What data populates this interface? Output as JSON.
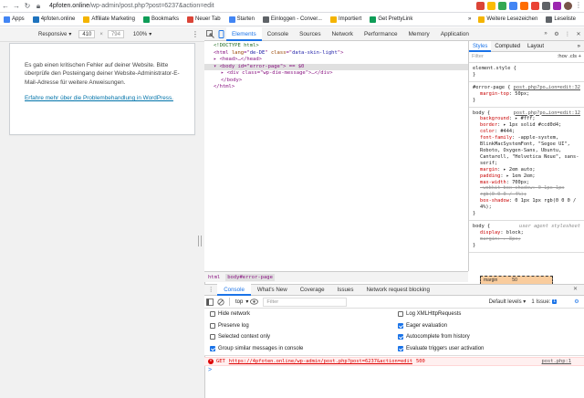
{
  "browser": {
    "url_host": "4pfoten.online",
    "url_path": "/wp-admin/post.php?post=6237&action=edit",
    "bookmarks": [
      {
        "label": "Apps",
        "color": "#4285f4"
      },
      {
        "label": "4pfoten.online",
        "color": "#1e73be"
      },
      {
        "label": "Affiliate Marketing",
        "color": "#f4b400"
      },
      {
        "label": "Bookmarks",
        "color": "#0f9d58"
      },
      {
        "label": "Neuer Tab",
        "color": "#db4437"
      },
      {
        "label": "Starten",
        "color": "#4285f4"
      },
      {
        "label": "Einloggen - Conver...",
        "color": "#5f6368"
      },
      {
        "label": "Importiert",
        "color": "#f4b400"
      },
      {
        "label": "Get PrettyLink",
        "color": "#0f9d58"
      }
    ],
    "bookmarks_right": [
      {
        "label": "Weitere Lesezeichen",
        "color": "#f4b400"
      },
      {
        "label": "Leseliste",
        "color": "#5f6368"
      }
    ]
  },
  "device_toolbar": {
    "mode": "Responsive",
    "width": "410",
    "height": "794",
    "zoom": "100%"
  },
  "page": {
    "error_message": "Es gab einen kritischen Fehler auf deiner Website. Bitte überprüfe den Posteingang deiner Website-Administrator-E-Mail-Adresse für weitere Anweisungen.",
    "link_text": "Erfahre mehr über die Problembehandlung in WordPress."
  },
  "devtools": {
    "tabs": [
      "Elements",
      "Console",
      "Sources",
      "Network",
      "Performance",
      "Memory",
      "Application"
    ],
    "active_tab": "Elements",
    "elements": {
      "lines": [
        {
          "text": "<!DOCTYPE html>",
          "kind": "doctype"
        },
        {
          "tag": "html",
          "attrs": [
            [
              "lang",
              "de-DE"
            ],
            [
              "class",
              "data-skin-light"
            ]
          ]
        },
        {
          "text": "▸ <head>…</head>",
          "kind": "plain"
        },
        {
          "text": "▾ <body id=\"error-page\"> == $0",
          "kind": "selected"
        },
        {
          "text": "▸ <div class=\"wp-die-message\">…</div>",
          "kind": "plain"
        },
        {
          "text": "</body>",
          "kind": "plain"
        },
        {
          "text": "</html>",
          "kind": "plain"
        }
      ]
    },
    "breadcrumb": [
      "html",
      "body#error-page"
    ],
    "styles": {
      "tabs": [
        "Styles",
        "Computed",
        "Layout"
      ],
      "filter_placeholder": "Filter",
      "filter_tools": ":hov .cls +",
      "rules": [
        {
          "selector": "element.style {",
          "source": "",
          "props": []
        },
        {
          "selector": "#error-page {",
          "source": "post.php?po…ion=edit:32",
          "props": [
            {
              "n": "margin-top",
              "v": "50px;"
            }
          ]
        },
        {
          "selector": "body {",
          "source": "post.php?po…ion=edit:12",
          "props": [
            {
              "n": "background",
              "v": "▸ #fff;"
            },
            {
              "n": "border",
              "v": "▸ 1px solid #ccd0d4;"
            },
            {
              "n": "color",
              "v": "#444;"
            },
            {
              "n": "font-family",
              "v": "-apple-system, BlinkMacSystemFont, \"Segoe UI\", Roboto, Oxygen-Sans, Ubuntu, Cantarell, \"Helvetica Neue\", sans-serif;"
            },
            {
              "n": "margin",
              "v": "▸ 2em auto;"
            },
            {
              "n": "padding",
              "v": "▸ 1em 2em;"
            },
            {
              "n": "max-width",
              "v": "700px;"
            },
            {
              "n": "-webkit-box-shadow",
              "v": "0 1px 1px rgb(0 0 0 / 4%);",
              "strike": true
            },
            {
              "n": "box-shadow",
              "v": "0 1px 1px rgb(0 0 0 / 4%);"
            }
          ]
        },
        {
          "selector": "body {",
          "source": "user agent stylesheet",
          "props": [
            {
              "n": "display",
              "v": "block;"
            },
            {
              "n": "margin",
              "v": "▸ 8px;",
              "strike": true
            }
          ]
        }
      ],
      "box_label": "margin",
      "box_value": "50"
    },
    "drawer": {
      "tabs": [
        "Console",
        "What's New",
        "Coverage",
        "Issues",
        "Network request blocking"
      ],
      "active_tab": "Console",
      "context": "top",
      "filter_placeholder": "Filter",
      "levels": "Default levels",
      "issues_label": "1 Issue:",
      "issues_count": "1",
      "settings_left": [
        {
          "label": "Hide network",
          "checked": false
        },
        {
          "label": "Preserve log",
          "checked": false
        },
        {
          "label": "Selected context only",
          "checked": false
        },
        {
          "label": "Group similar messages in console",
          "checked": true
        }
      ],
      "settings_right": [
        {
          "label": "Log XMLHttpRequests",
          "checked": false
        },
        {
          "label": "Eager evaluation",
          "checked": true
        },
        {
          "label": "Autocomplete from history",
          "checked": true
        },
        {
          "label": "Evaluate triggers user activation",
          "checked": true
        }
      ],
      "error": {
        "method": "GET",
        "url": "https://4pfoten.online/wp-admin/post.php?post=6237&action=edit",
        "status": "500",
        "source": "post.php:1"
      },
      "prompt": ">"
    }
  }
}
